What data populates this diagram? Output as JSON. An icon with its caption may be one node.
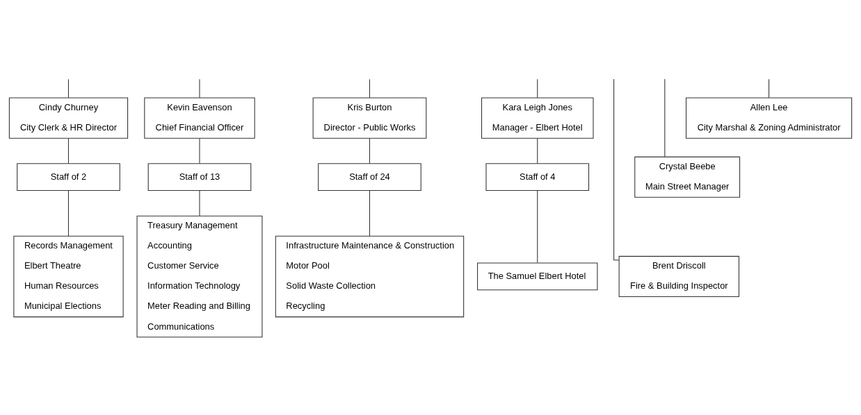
{
  "diagram": {
    "nodes": [
      {
        "text": [
          "Cindy Churney",
          "City Clerk & HR Director"
        ]
      },
      {
        "text": [
          "Staff of 2"
        ]
      },
      {
        "text": [
          "Records Management",
          "Elbert Theatre",
          "Human Resources",
          "Municipal Elections"
        ]
      },
      {
        "text": [
          "Kevin Eavenson",
          "Chief Financial Officer"
        ]
      },
      {
        "text": [
          "Staff of 13"
        ]
      },
      {
        "text": [
          "Treasury Management",
          "Accounting",
          "Customer Service",
          "Information Technology",
          "Meter Reading and Billing",
          "Communications"
        ]
      },
      {
        "text": [
          "Kris Burton",
          "Director - Public Works"
        ]
      },
      {
        "text": [
          "Staff of 24"
        ]
      },
      {
        "text": [
          "Infrastructure Maintenance & Construction",
          "Motor Pool",
          "Solid Waste Collection",
          "Recycling"
        ]
      },
      {
        "text": [
          "Kara Leigh Jones",
          "Manager - Elbert Hotel"
        ]
      },
      {
        "text": [
          "Staff of 4"
        ]
      },
      {
        "text": [
          "The Samuel Elbert Hotel"
        ]
      },
      {
        "text": [
          "Allen Lee",
          "City Marshal & Zoning Administrator"
        ]
      },
      {
        "text": [
          "Crystal Beebe",
          "Main Street Manager"
        ]
      },
      {
        "text": [
          "Brent Driscoll",
          "Fire & Building Inspector"
        ]
      }
    ],
    "edges": [
      {
        "from": null,
        "to": 0,
        "arrow": "none"
      },
      {
        "from": null,
        "to": 3,
        "arrow": "none"
      },
      {
        "from": null,
        "to": 6,
        "arrow": "none"
      },
      {
        "from": null,
        "to": 9,
        "arrow": "none"
      },
      {
        "from": null,
        "to": 12,
        "arrow": "none"
      },
      {
        "from": null,
        "to": 13,
        "arrow": "none"
      },
      {
        "from": null,
        "to": 14,
        "arrow": "none"
      },
      {
        "from": 0,
        "to": 1,
        "arrow": "none"
      },
      {
        "from": 1,
        "to": 2,
        "arrow": "none"
      },
      {
        "from": 3,
        "to": 4,
        "arrow": "none"
      },
      {
        "from": 4,
        "to": 5,
        "arrow": "none"
      },
      {
        "from": 6,
        "to": 7,
        "arrow": "none"
      },
      {
        "from": 7,
        "to": 8,
        "arrow": "none"
      },
      {
        "from": 9,
        "to": 10,
        "arrow": "none"
      },
      {
        "from": 10,
        "to": 11,
        "arrow": "none"
      }
    ]
  }
}
